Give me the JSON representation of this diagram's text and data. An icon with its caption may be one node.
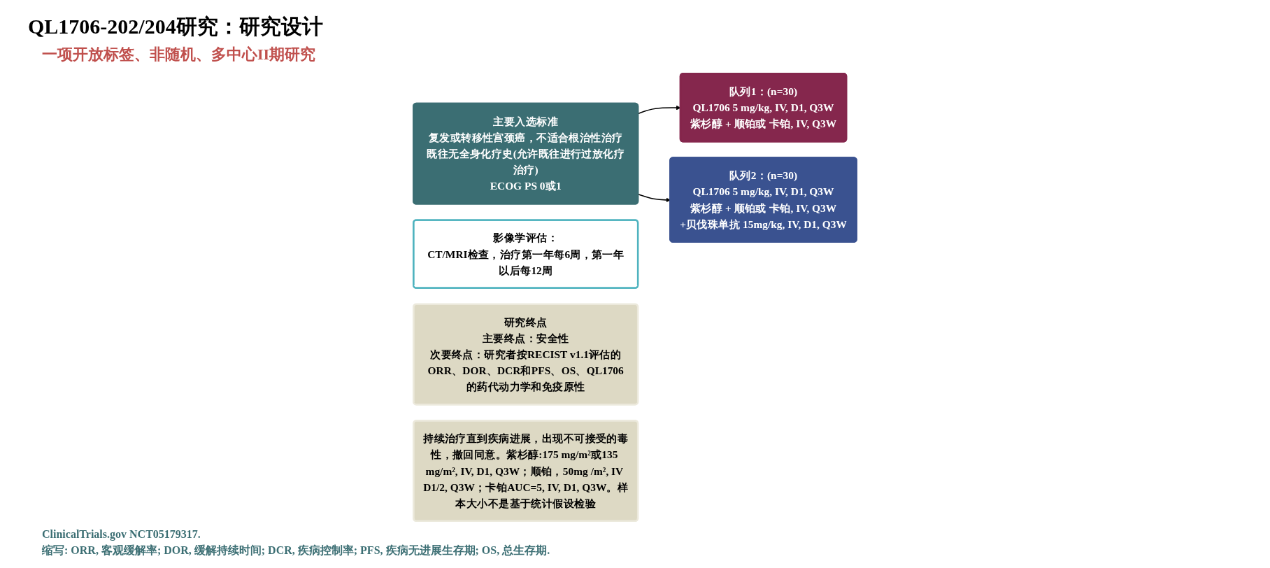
{
  "diagram": {
    "title": "QL1706-202/204研究：研究设计",
    "caption": "一项开放标签、非随机、多中心II期研究",
    "nodes": [
      {
        "text": [
          "主要入选标准",
          "复发或转移性宫颈癌，不适合根治性治疗",
          "既往无全身化疗史(允许既往进行过放化疗治疗)",
          "ECOG PS 0或1"
        ]
      },
      {
        "text": [
          "队列1：(n=30)",
          "QL1706 5 mg/kg, IV, D1, Q3W",
          "紫杉醇 + 顺铂或 卡铂, IV, Q3W"
        ]
      },
      {
        "text": [
          "队列2：(n=30)",
          "QL1706 5 mg/kg, IV, D1, Q3W",
          "紫杉醇 + 顺铂或 卡铂, IV, Q3W",
          "+贝伐珠单抗 15mg/kg, IV, D1, Q3W"
        ]
      },
      {
        "text": [
          "影像学评估：",
          "CT/MRI检查，治疗第一年每6周，第一年以后每12周"
        ]
      },
      {
        "text": [
          "研究终点",
          "主要终点：安全性",
          "次要终点：研究者按RECIST v1.1评估的ORR、DOR、DCR和PFS、OS、QL1706的药代动力学和免疫原性"
        ]
      },
      {
        "text": [
          "持续治疗直到疾病进展，出现不可接受的毒性，撤回同意。紫杉醇:175 mg/m²或135 mg/m², IV, D1, Q3W；顺铂，50mg /m², IV D1/2, Q3W；卡铂AUC=5, IV, D1, Q3W。样本大小不是基于统计假设检验"
        ]
      }
    ],
    "edges": [
      {
        "from": 0,
        "to": 1,
        "arrow": "to"
      },
      {
        "from": 0,
        "to": 2,
        "arrow": "to"
      }
    ],
    "labels": [
      "ClinicalTrials.gov NCT05179317.",
      "缩写: ORR, 客观缓解率; DOR, 缓解持续时间; DCR, 疾病控制率; PFS, 疾病无进展生存期; OS, 总生存期."
    ]
  }
}
